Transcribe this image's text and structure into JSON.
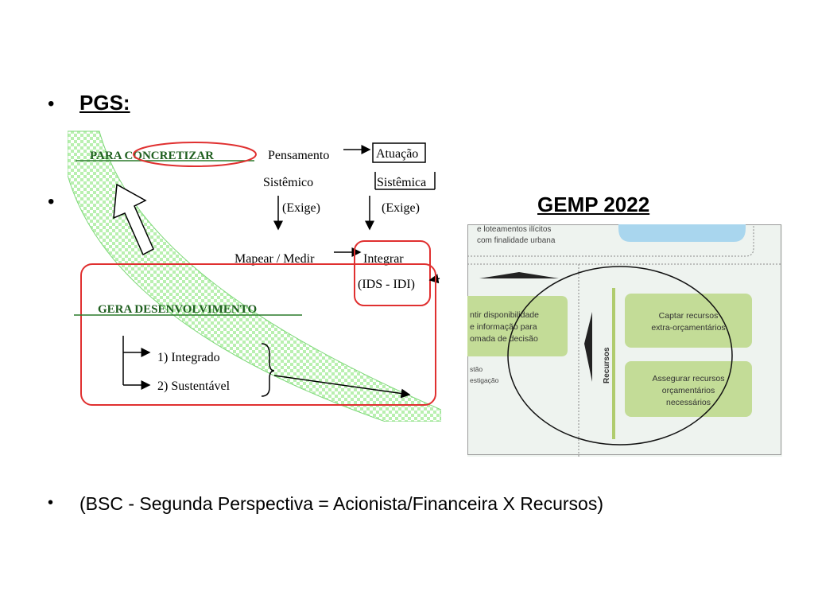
{
  "slide": {
    "bullet_glyph": "•",
    "title": "PGS:",
    "gemp_title": "GEMP 2022",
    "footer": "(BSC - Segunda Perspectiva  = Acionista/Financeira X Recursos)"
  },
  "left_diagram": {
    "para_concretizar": "PARA CONCRETIZAR",
    "pensamento": "Pensamento",
    "sistemico": "Sistêmico",
    "exige_1": "(Exige)",
    "atuacao": "Atuação",
    "sistemica": "Sistêmica",
    "exige_2": "(Exige)",
    "mapear_medir": "Mapear / Medir",
    "integrar": "Integrar",
    "ids_idi": "(IDS - IDI)",
    "gera_desenvolvimento": "GERA DESENVOLVIMENTO",
    "item_1": "1) Integrado",
    "item_2": "2) Sustentável"
  },
  "right_panel": {
    "top_line_1": "e loteamentos ilícitos",
    "top_line_2": "com finalidade urbana",
    "left_box_line_1": "ntir disponibilidade",
    "left_box_line_2": "e informação para",
    "left_box_line_3": "omada de decisão",
    "left_small_1": "stão",
    "left_small_2": "estigação",
    "recursos_label": "Recursos",
    "box1_line_1": "Captar recursos",
    "box1_line_2": "extra-orçamentários",
    "box2_line_1": "Assegurar recursos",
    "box2_line_2": "orçamentários",
    "box2_line_3": "necessários"
  }
}
